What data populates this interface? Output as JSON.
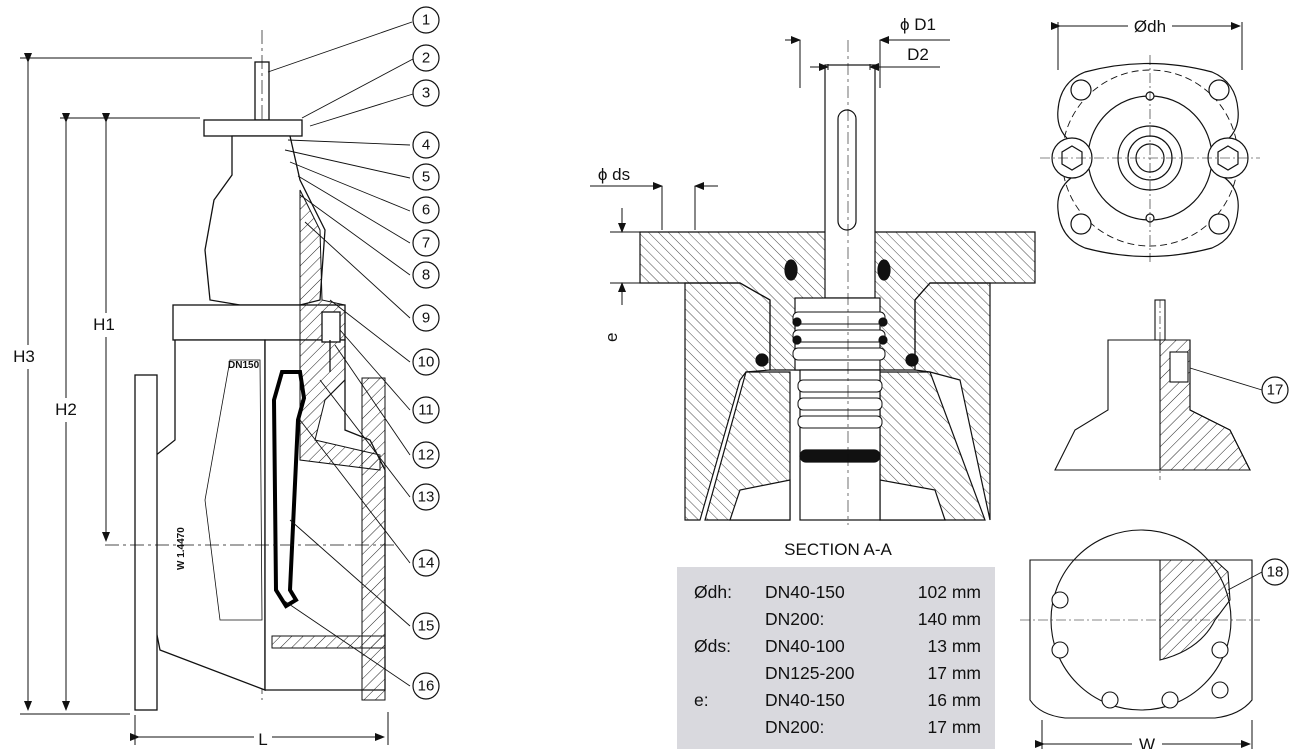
{
  "main_view": {
    "dimensions": {
      "h3": "H3",
      "h2": "H2",
      "h1": "H1",
      "l": "L"
    },
    "body_text": "DN150",
    "marking_text": "W 1.4470",
    "callouts": [
      "1",
      "2",
      "3",
      "4",
      "5",
      "6",
      "7",
      "8",
      "9",
      "10",
      "11",
      "12",
      "13",
      "14",
      "15",
      "16"
    ]
  },
  "section_view": {
    "title": "SECTION A-A",
    "dim_d1": "ϕ D1",
    "dim_d2": "D2",
    "dim_ds": "ϕ ds",
    "dim_e": "e"
  },
  "top_view": {
    "dim_dh": "Ødh"
  },
  "side_view": {
    "callout": "17"
  },
  "bottom_view": {
    "callout": "18",
    "dim_w": "W"
  },
  "spec_table": {
    "rows": [
      {
        "key": "Ødh:",
        "range": "DN40-150",
        "value": "102 mm"
      },
      {
        "key": "",
        "range": "DN200:",
        "value": "140 mm"
      },
      {
        "key": "Øds:",
        "range": "DN40-100",
        "value": "13 mm"
      },
      {
        "key": "",
        "range": "DN125-200",
        "value": "17 mm"
      },
      {
        "key": "e:",
        "range": "DN40-150",
        "value": "16 mm"
      },
      {
        "key": "",
        "range": "DN200:",
        "value": "17 mm"
      }
    ]
  }
}
